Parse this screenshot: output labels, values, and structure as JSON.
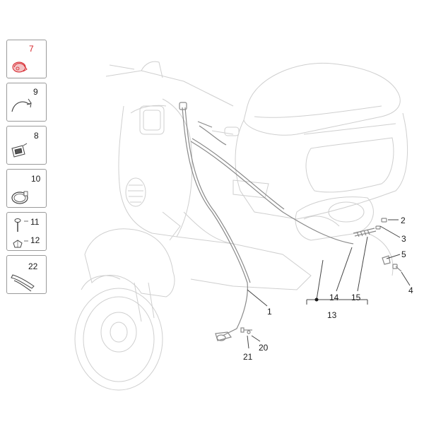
{
  "callouts": {
    "n1": "1",
    "n2": "2",
    "n3": "3",
    "n4": "4",
    "n5": "5",
    "n13": "13",
    "n14": "14",
    "n15": "15",
    "n20": "20",
    "n21": "21"
  },
  "sidebar": {
    "boxes": [
      {
        "label": "7",
        "highlighted": true,
        "icon": "clamp-clip-icon"
      },
      {
        "label": "9",
        "highlighted": false,
        "icon": "cable-tie-loop-icon"
      },
      {
        "label": "8",
        "highlighted": false,
        "icon": "cable-clip-icon"
      },
      {
        "label": "10",
        "highlighted": false,
        "icon": "hose-clamp-icon"
      },
      {
        "label_top": "11",
        "label_bottom": "12",
        "highlighted": false,
        "icon": "screw-and-nut-icon"
      },
      {
        "label": "22",
        "highlighted": false,
        "icon": "cable-tie-icon"
      }
    ]
  },
  "colors": {
    "highlight": "#d6242a",
    "line": "#7a7a7a",
    "outline": "#c8c8c8"
  }
}
